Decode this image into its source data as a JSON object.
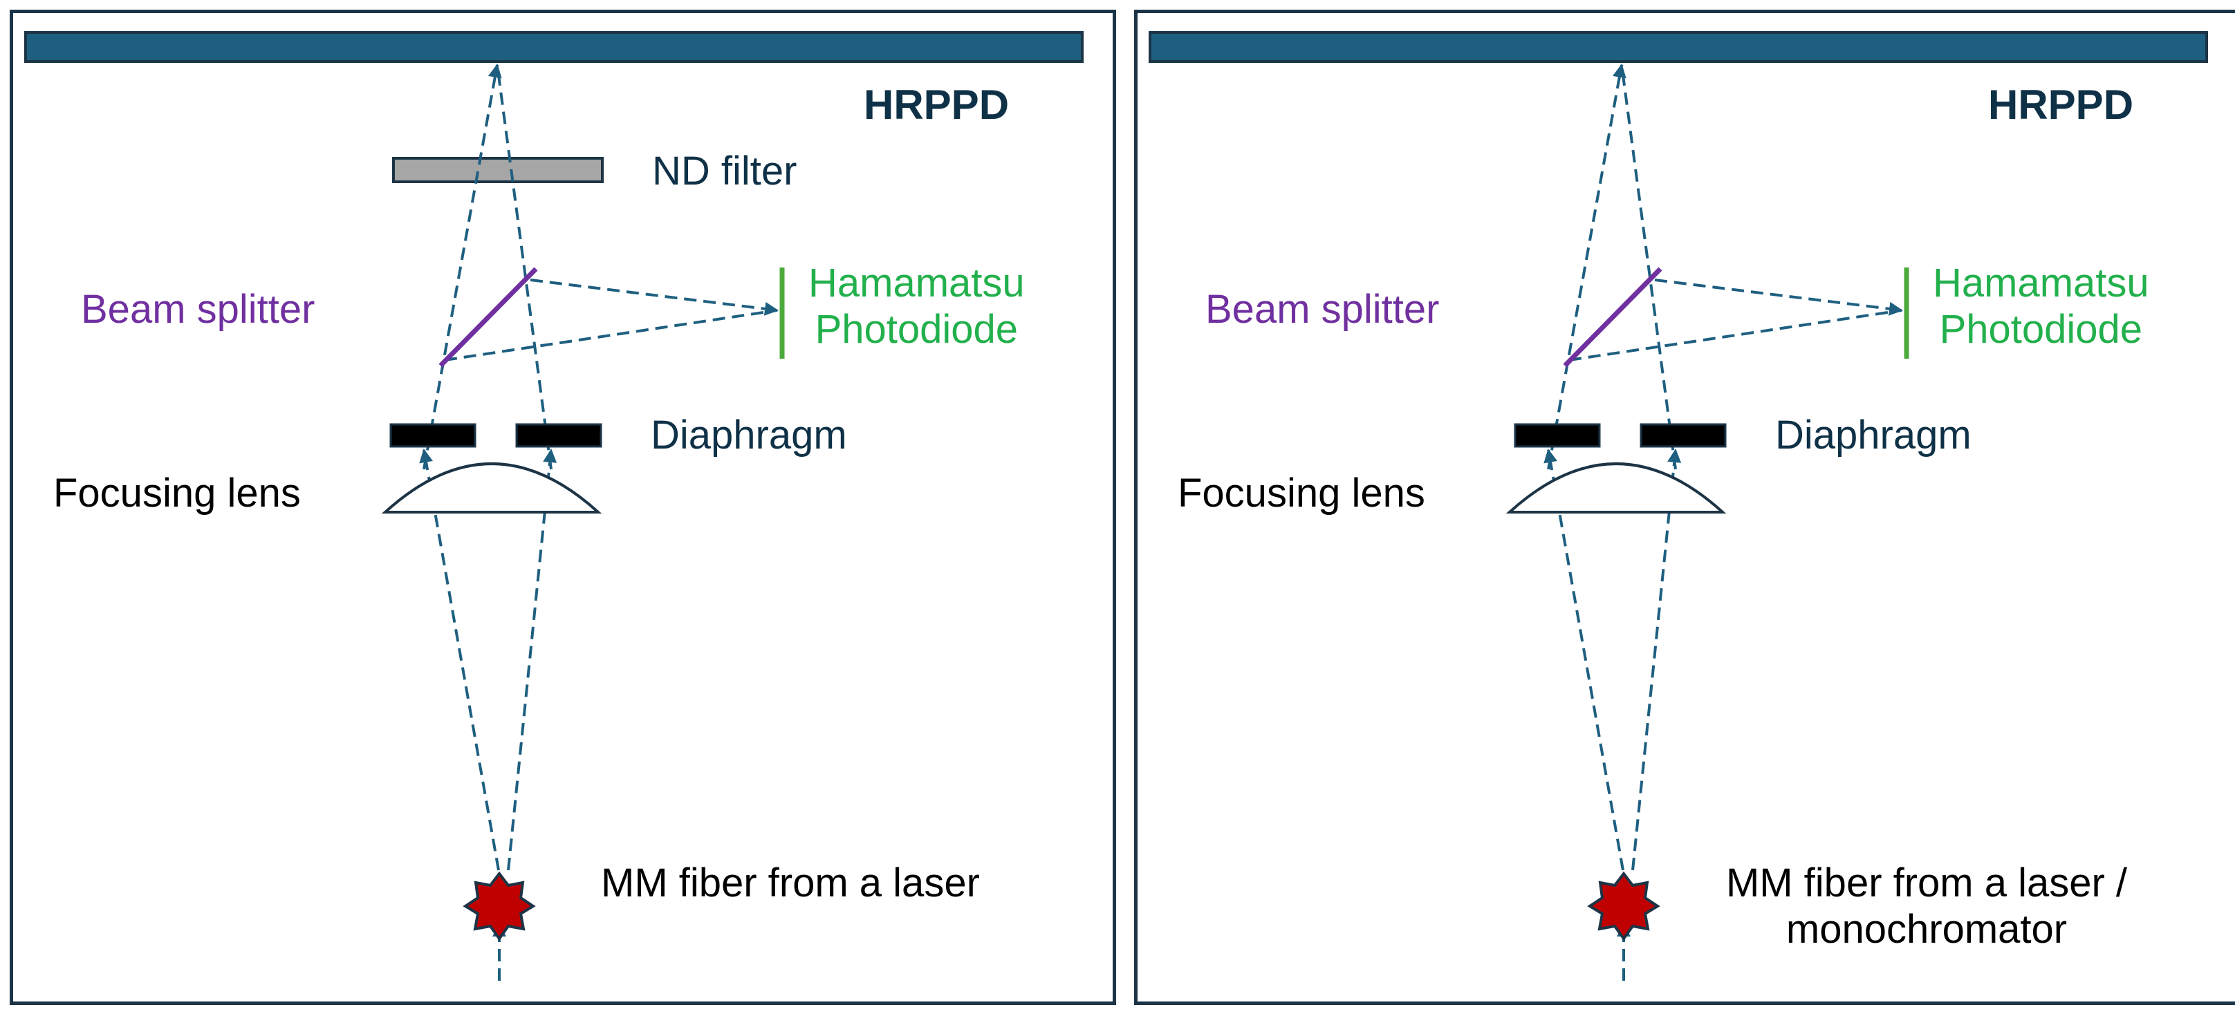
{
  "panels": [
    {
      "detector": "HRPPD",
      "nd_filter": "ND filter",
      "beam_splitter": "Beam splitter",
      "photodiode_line1": "Hamamatsu",
      "photodiode_line2": "Photodiode",
      "diaphragm": "Diaphragm",
      "focusing_lens": "Focusing lens",
      "source_line1": "MM fiber from a laser",
      "source_line2": ""
    },
    {
      "detector": "HRPPD",
      "beam_splitter": "Beam splitter",
      "photodiode_line1": "Hamamatsu",
      "photodiode_line2": "Photodiode",
      "diaphragm": "Diaphragm",
      "focusing_lens": "Focusing lens",
      "source_line1": "MM fiber from a laser /",
      "source_line2": "monochromator"
    }
  ],
  "colors": {
    "detector_bar": "#1e5f80",
    "beam": "#1e5f80",
    "frame": "#1c3446",
    "beam_splitter": "#7030a0",
    "photodiode": "#4caa3c",
    "nd_filter": "#a6a6a6",
    "diaphragm": "#000000",
    "source": "#c00000"
  }
}
